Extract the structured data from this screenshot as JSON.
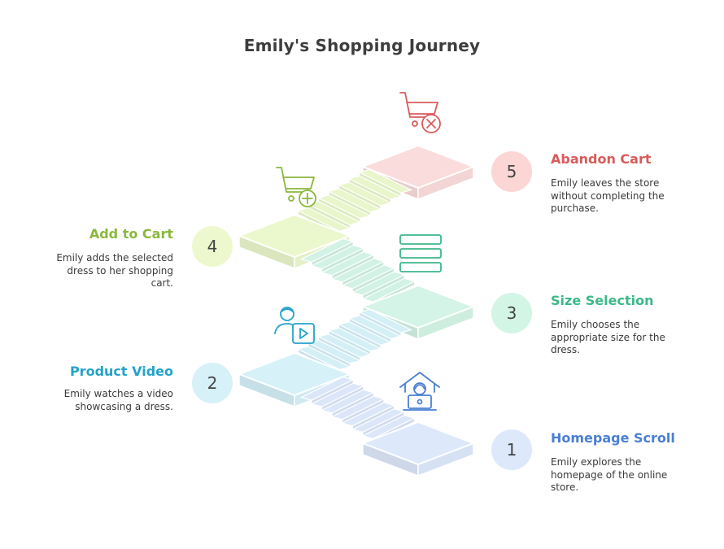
{
  "title": "Emily's Shopping Journey",
  "steps": [
    {
      "number": "1",
      "heading": "Homepage Scroll",
      "desc": "Emily explores the homepage of the online store.",
      "icon": "house-laptop-icon",
      "color": "#4a7fd4",
      "fill": "#dde8fb"
    },
    {
      "number": "2",
      "heading": "Product Video",
      "desc": "Emily watches a video showcasing a dress.",
      "icon": "person-video-icon",
      "color": "#23a3c9",
      "fill": "#d6f1f8"
    },
    {
      "number": "3",
      "heading": "Size Selection",
      "desc": "Emily chooses the appropriate size for the dress.",
      "icon": "size-list-icon",
      "color": "#3cb88a",
      "fill": "#d3f4e6"
    },
    {
      "number": "4",
      "heading": "Add to Cart",
      "desc": "Emily adds the selected dress to her shopping cart.",
      "icon": "cart-plus-icon",
      "color": "#8ab83c",
      "fill": "#ebf7cc"
    },
    {
      "number": "5",
      "heading": "Abandon Cart",
      "desc": "Emily leaves the store without completing the purchase.",
      "icon": "cart-remove-icon",
      "color": "#d95b5b",
      "fill": "#fbdcdc"
    }
  ]
}
